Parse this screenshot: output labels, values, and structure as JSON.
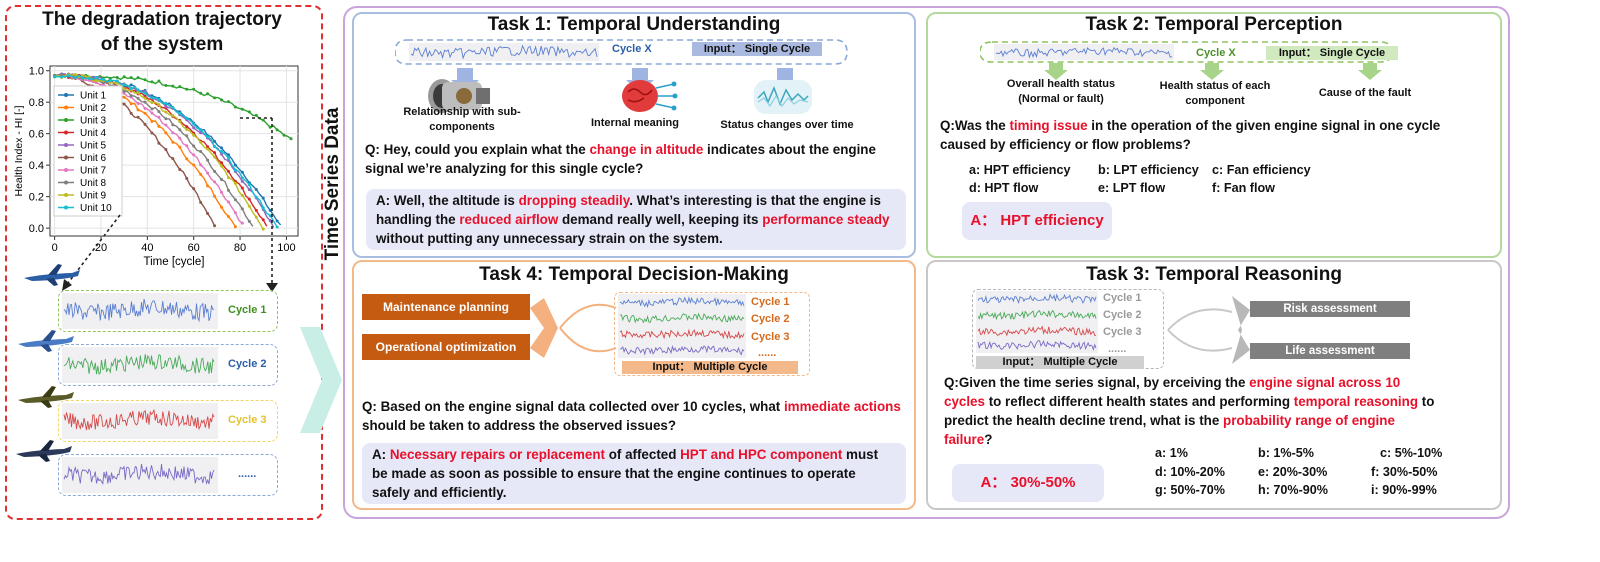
{
  "left": {
    "title_line1": "The degradation trajectory",
    "title_line2": "of the system",
    "cycles": [
      "Cycle 1",
      "Cycle 2",
      "Cycle 3",
      "......"
    ]
  },
  "chart_data": {
    "type": "line",
    "xlabel": "Time [cycle]",
    "ylabel": "Health Index - HI [-]",
    "xlim": [
      -2,
      105
    ],
    "ylim": [
      -0.05,
      1.03
    ],
    "xticks": [
      0,
      20,
      40,
      60,
      80,
      100
    ],
    "yticks": [
      0.0,
      0.2,
      0.4,
      0.6,
      0.8,
      1.0
    ],
    "legend_position": "left",
    "series": [
      {
        "name": "Unit 1",
        "color": "#1f77b4",
        "end": 98,
        "p": 2.4
      },
      {
        "name": "Unit 2",
        "color": "#ff7f0e",
        "end": 78,
        "p": 2.0
      },
      {
        "name": "Unit 3",
        "color": "#2ca02c",
        "end": 103,
        "p": 2.7,
        "final": 0.55
      },
      {
        "name": "Unit 4",
        "color": "#d62728",
        "end": 92,
        "p": 2.3
      },
      {
        "name": "Unit 5",
        "color": "#9467bd",
        "end": 95,
        "p": 2.4
      },
      {
        "name": "Unit 6",
        "color": "#8c564b",
        "end": 70,
        "p": 1.9
      },
      {
        "name": "Unit 7",
        "color": "#e377c2",
        "end": 82,
        "p": 2.1
      },
      {
        "name": "Unit 8",
        "color": "#7f7f7f",
        "end": 86,
        "p": 2.2
      },
      {
        "name": "Unit 9",
        "color": "#bcbd22",
        "end": 90,
        "p": 2.3
      },
      {
        "name": "Unit 10",
        "color": "#17becf",
        "end": 96,
        "p": 2.4
      }
    ]
  },
  "side_label": "Time Series Data",
  "task1": {
    "title": "Task 1: Temporal Understanding",
    "cycle": "Cycle X",
    "input": "Input： Single Cycle",
    "labels": [
      "Relationship with sub-components",
      "Internal meaning",
      "Status changes over time"
    ],
    "q": [
      "Q: Hey, could you explain what the ",
      "change in altitude",
      " indicates about the engine signal we’re analyzing for this single cycle?"
    ],
    "a": [
      "A: Well, the altitude is ",
      "dropping steadily",
      ". What’s interesting is that the engine is handling the ",
      "reduced airflow",
      " demand really well, keeping its ",
      "performance steady",
      " without putting any unnecessary strain on the system."
    ]
  },
  "task2": {
    "title": "Task 2: Temporal Perception",
    "cycle": "Cycle X",
    "input": "Input： Single Cycle",
    "labels": [
      "Overall health status (Normal or fault)",
      "Health status of each component",
      "Cause of the fault"
    ],
    "q": [
      "Q:Was the ",
      "timing issue",
      " in the operation of the given engine signal in one cycle caused by efficiency or flow problems?"
    ],
    "options": [
      "a: HPT efficiency",
      "b: LPT efficiency",
      "c: Fan efficiency",
      "d: HPT flow",
      "e: LPT flow",
      "f: Fan flow"
    ],
    "answer": "A： HPT efficiency"
  },
  "task3": {
    "title": "Task 3: Temporal Reasoning",
    "cycles": [
      "Cycle 1",
      "Cycle 2",
      "Cycle 3",
      "......"
    ],
    "input": "Input： Multiple Cycle",
    "outputs": [
      "Risk assessment",
      "Life assessment"
    ],
    "q": [
      "Q:Given the time series signal, by erceiving the ",
      "engine signal across 10 cycles",
      " to reflect different health states and performing ",
      "temporal reasoning",
      " to predict the health decline trend, what is the ",
      "probability range of engine failure",
      "?"
    ],
    "options": [
      "a: 1%",
      "b: 1%-5%",
      "c: 5%-10%",
      "d: 10%-20%",
      "e: 20%-30%",
      "f: 30%-50%",
      "g: 50%-70%",
      "h: 70%-90%",
      "i: 90%-99%"
    ],
    "answer": "A： 30%-50%"
  },
  "task4": {
    "title": "Task 4: Temporal Decision-Making",
    "actions": [
      "Maintenance planning",
      "Operational optimization"
    ],
    "cycles": [
      "Cycle 1",
      "Cycle 2",
      "Cycle 3",
      "......"
    ],
    "input": "Input：  Multiple Cycle",
    "q": [
      "Q:  Based on the engine signal data collected over 10 cycles, what ",
      "immediate actions",
      " should be taken to address the observed issues?"
    ],
    "a": [
      "A: ",
      "Necessary repairs or replacement",
      " of affected ",
      "HPT and HPC component",
      " must be made as soon as possible to ensure that the engine continues to operate safely and efficiently."
    ]
  }
}
